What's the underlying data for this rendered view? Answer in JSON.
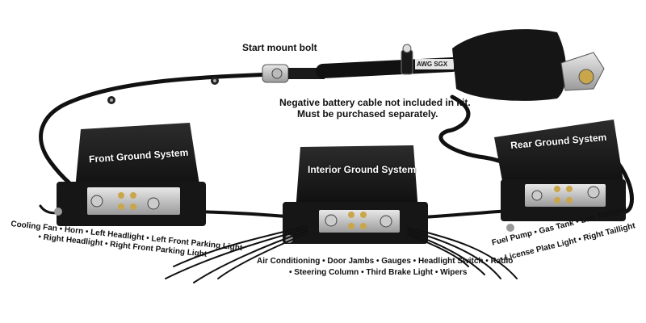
{
  "labels": {
    "start_mount_bolt": "Start mount bolt",
    "negative_cable_note_line1": "Negative battery cable not included in kit.",
    "negative_cable_note_line2": "Must be purchased separately.",
    "cable_marking": "AWG SGX"
  },
  "systems": [
    {
      "title": "Front Ground System",
      "circuits_line1": "Cooling Fan • Horn • Left Headlight • Left Front Parking Light",
      "circuits_line2": "• Right Headlight • Right Front Parking Light"
    },
    {
      "title": "Interior Ground System",
      "circuits_line1": "Air Conditioning • Door Jambs • Gauges • Headlight Switch • Radio",
      "circuits_line2": "• Steering Column • Third Brake Light • Wipers"
    },
    {
      "title": "Rear Ground System",
      "circuits_line1": "Fuel Pump • Gas Tank • Left Taillight",
      "circuits_line2": "• License Plate Light • Right Taillight"
    }
  ]
}
